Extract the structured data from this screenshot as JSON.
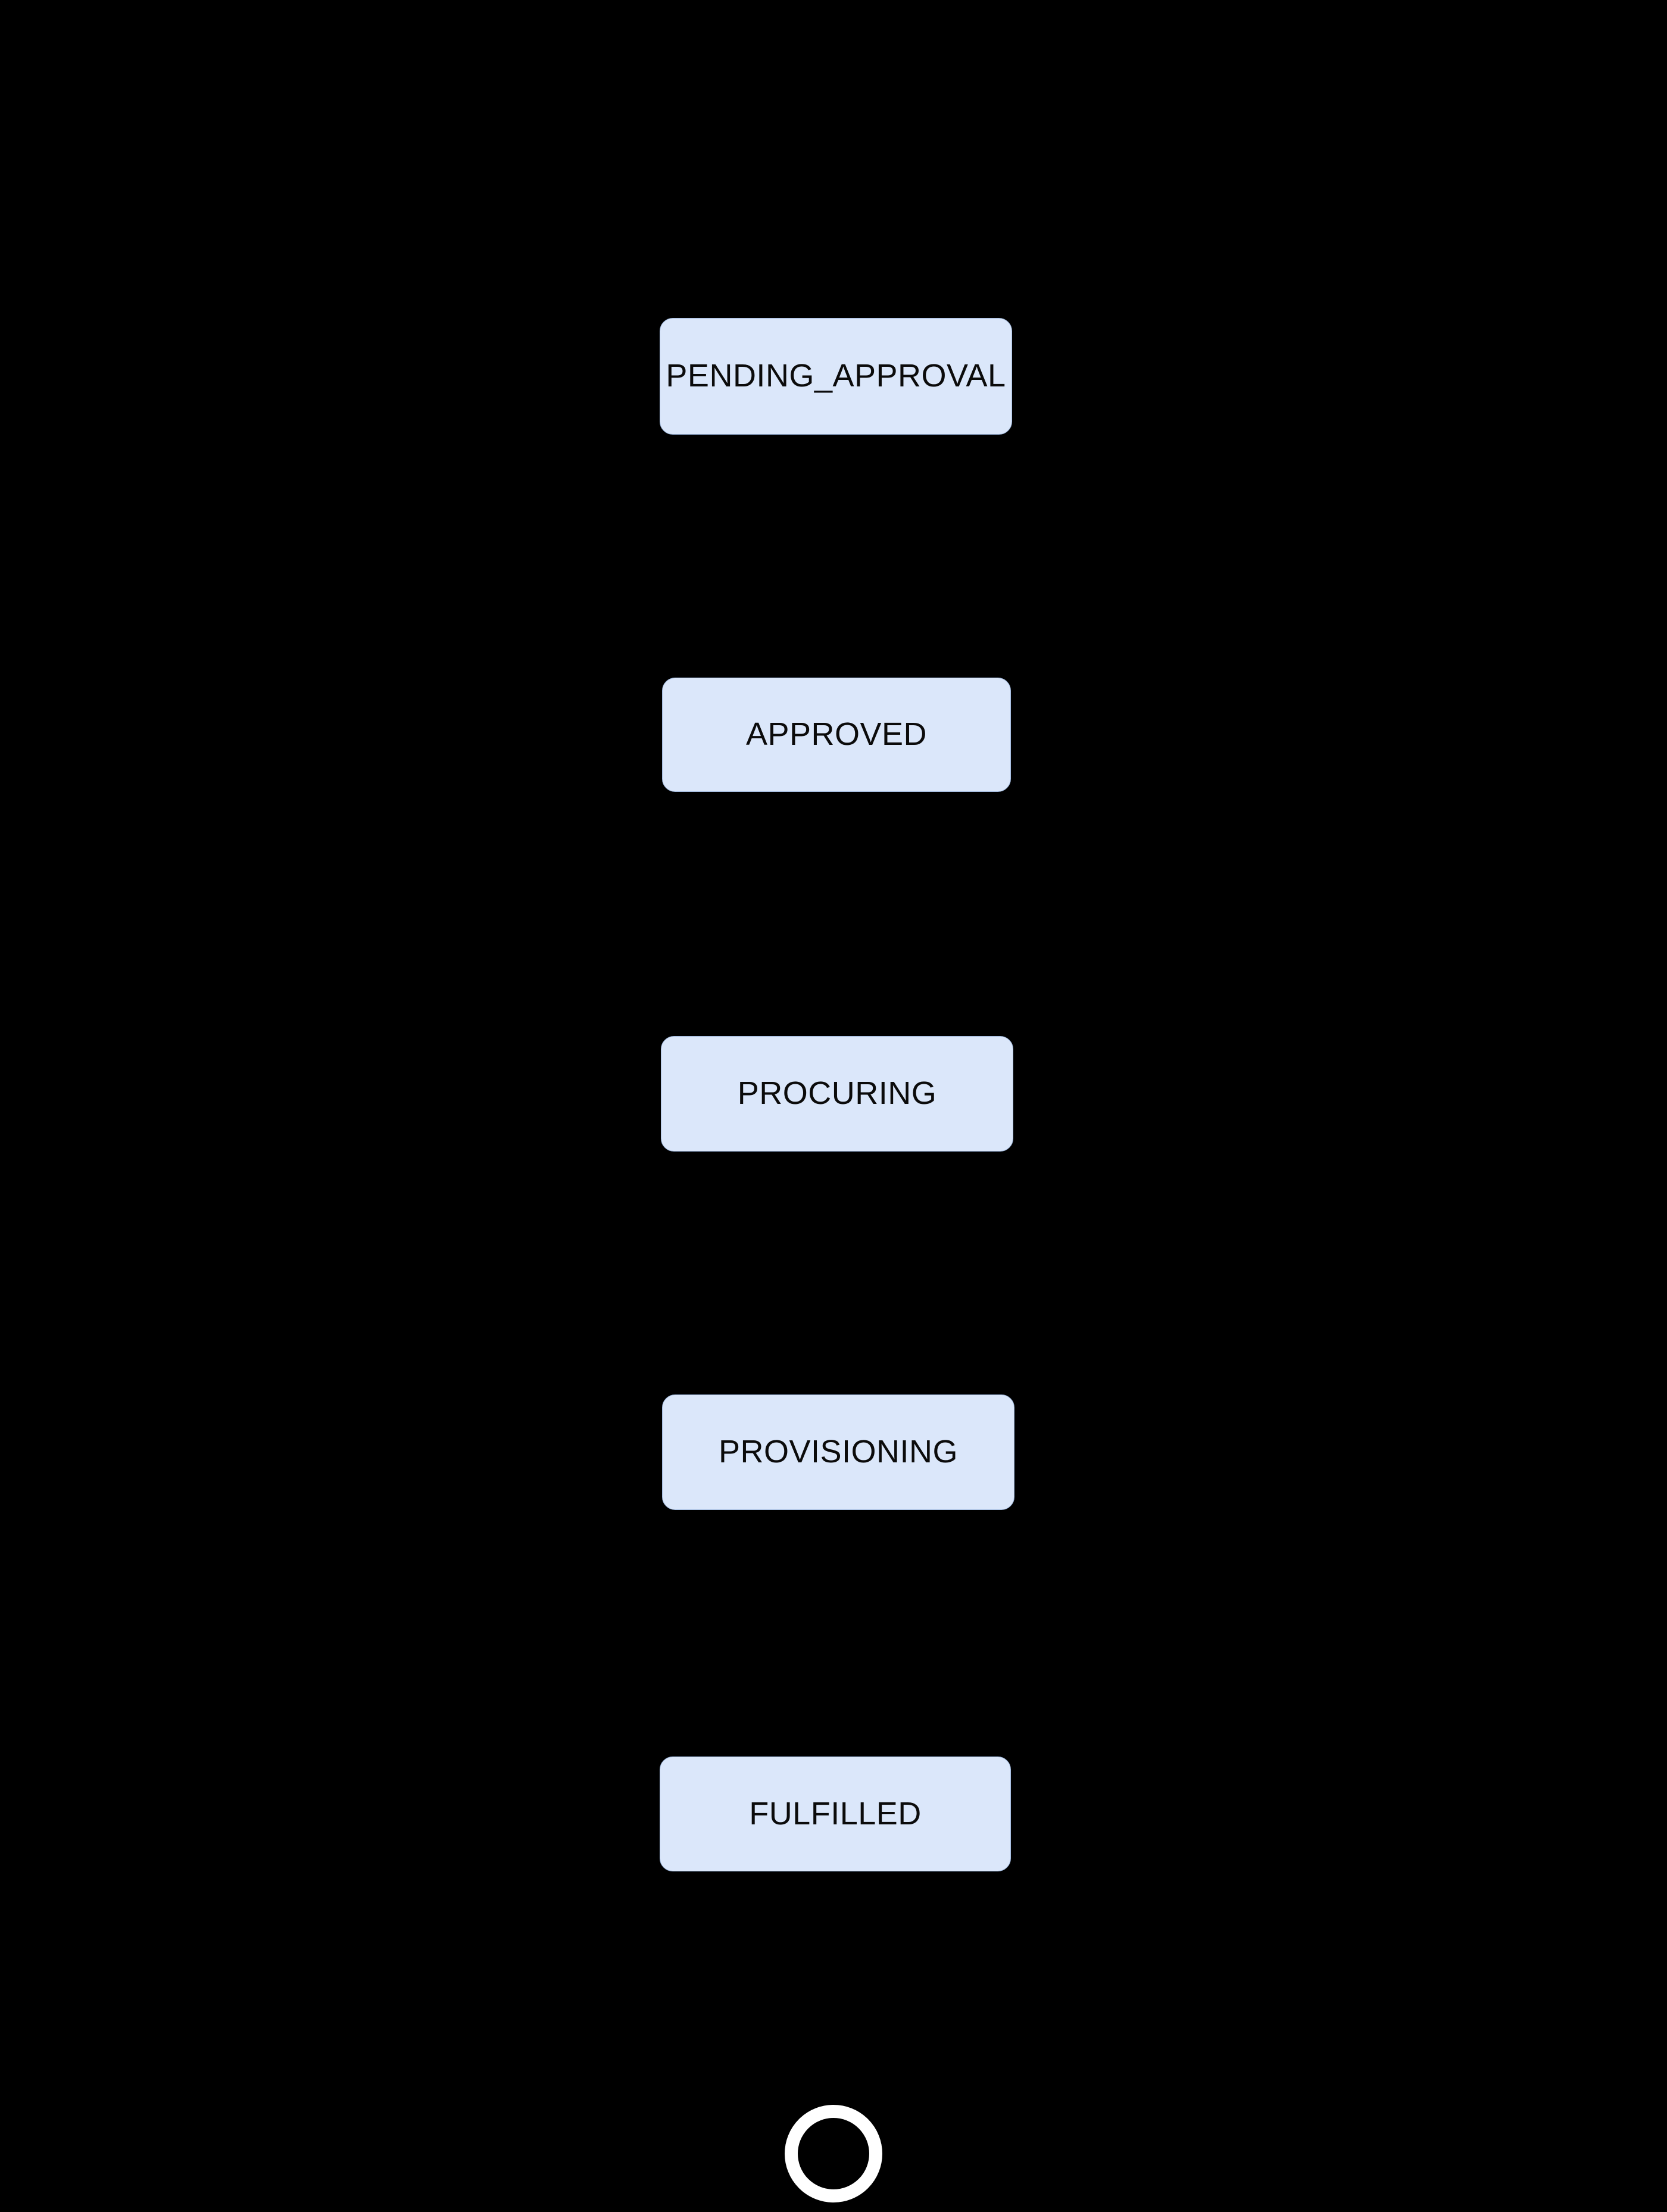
{
  "diagram": {
    "type": "state-diagram",
    "orientation": "vertical",
    "background_color": "#000000",
    "node_fill_color": "#dbe7fa",
    "node_border_color": "#9fb8dd",
    "node_text_color": "#0b0b0b",
    "edge_color": "#000000",
    "end_marker_color": "#ffffff",
    "states": [
      {
        "id": "pending-approval",
        "label": "PENDING_APPROVAL"
      },
      {
        "id": "approved",
        "label": "APPROVED"
      },
      {
        "id": "procuring",
        "label": "PROCURING"
      },
      {
        "id": "provisioning",
        "label": "PROVISIONING"
      },
      {
        "id": "fulfilled",
        "label": "FULFILLED"
      }
    ],
    "transitions": [
      {
        "from": "PENDING_APPROVAL",
        "to": "APPROVED",
        "label": ""
      },
      {
        "from": "APPROVED",
        "to": "PROCURING",
        "label": ""
      },
      {
        "from": "PROCURING",
        "to": "PROVISIONING",
        "label": ""
      },
      {
        "from": "PROVISIONING",
        "to": "FULFILLED",
        "label": ""
      },
      {
        "from": "FULFILLED",
        "to": "END",
        "label": ""
      }
    ],
    "end_state": {
      "id": "end-state",
      "label": ""
    }
  }
}
